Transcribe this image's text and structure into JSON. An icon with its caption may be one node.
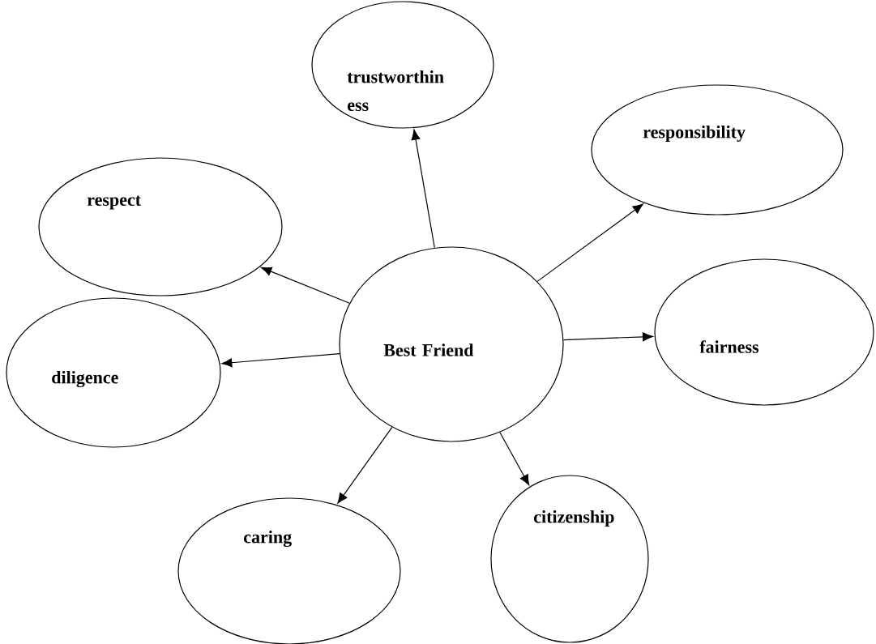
{
  "diagram": {
    "nodes": [
      {
        "text": [
          "Best Friend"
        ]
      },
      {
        "text": [
          "trustworthin ess"
        ]
      },
      {
        "text": [
          "responsibility"
        ]
      },
      {
        "text": [
          "respect"
        ]
      },
      {
        "text": [
          "fairness"
        ]
      },
      {
        "text": [
          "diligence"
        ]
      },
      {
        "text": [
          "citizenship"
        ]
      },
      {
        "text": [
          "caring"
        ]
      }
    ],
    "edges": [
      {
        "from": 0,
        "to": 1,
        "arrow": "to"
      },
      {
        "from": 0,
        "to": 2,
        "arrow": "to"
      },
      {
        "from": 0,
        "to": 3,
        "arrow": "to"
      },
      {
        "from": 0,
        "to": 4,
        "arrow": "to"
      },
      {
        "from": 0,
        "to": 5,
        "arrow": "to"
      },
      {
        "from": 0,
        "to": 6,
        "arrow": "to"
      },
      {
        "from": 0,
        "to": 7,
        "arrow": "to"
      }
    ]
  }
}
